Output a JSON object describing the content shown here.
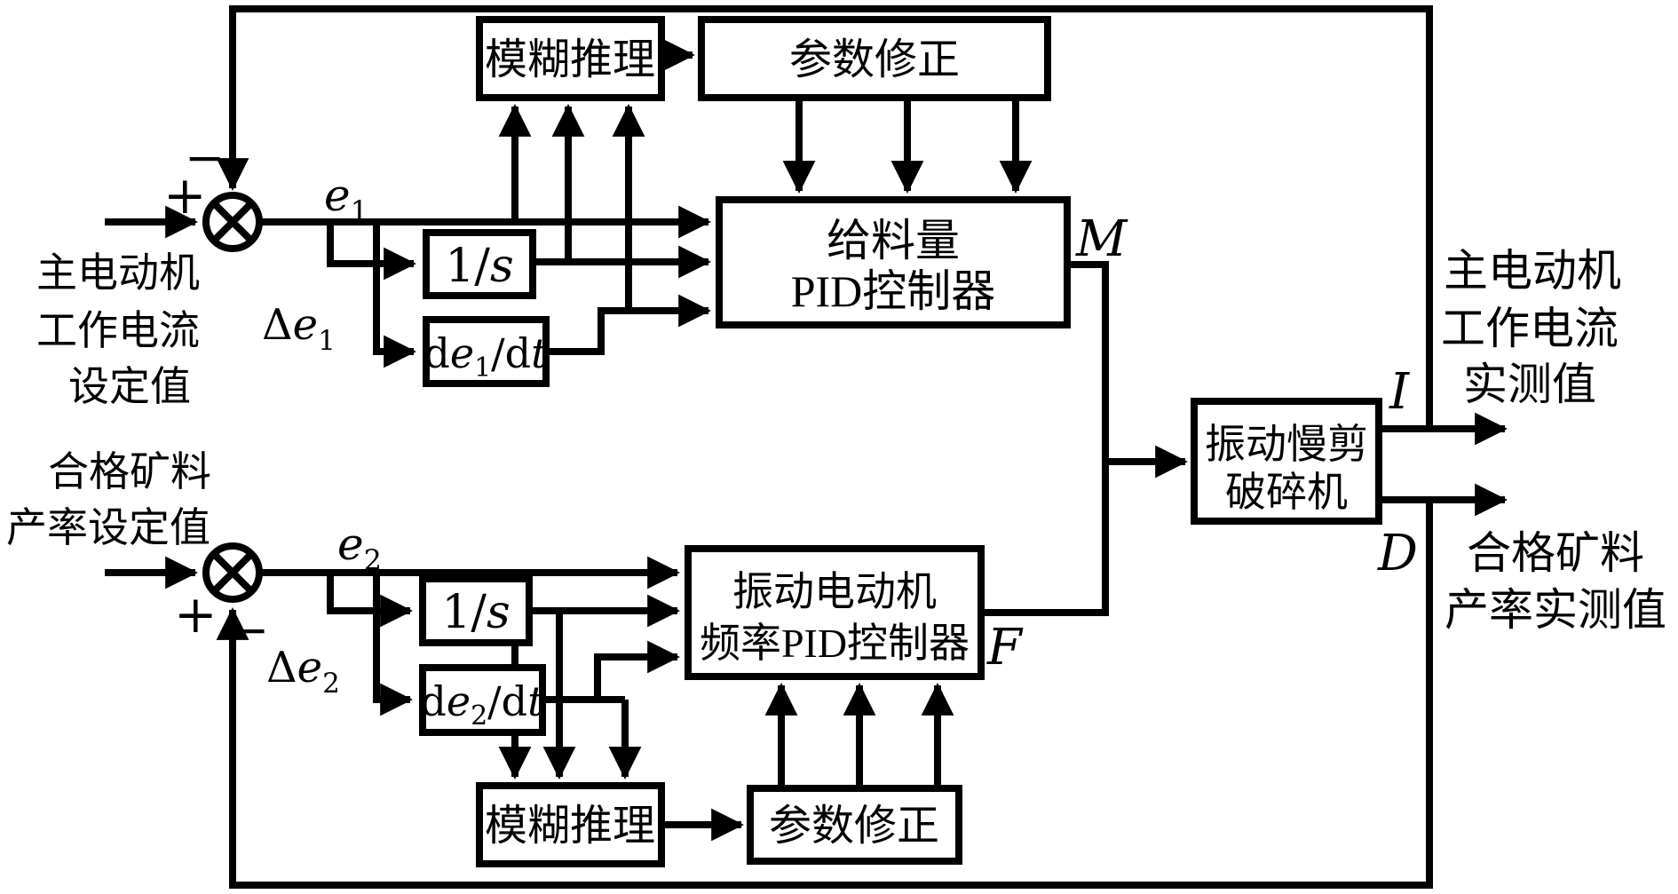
{
  "diagram": {
    "colors": {
      "ink": "#000000",
      "background": "#ffffff"
    },
    "left_labels": {
      "loop1": [
        "主电动机",
        "工作电流",
        "设定值"
      ],
      "loop2": [
        "合格矿料",
        "产率设定值"
      ]
    },
    "right_labels": {
      "loop1": [
        "主电动机",
        "工作电流",
        "实测值"
      ],
      "loop2": [
        "合格矿料",
        "产率实测值"
      ]
    },
    "blocks": {
      "fuzzy_top": "模糊推理",
      "param_top": "参数修正",
      "fuzzy_bottom": "模糊推理",
      "param_bottom": "参数修正",
      "pid_top": {
        "line1": "给料量",
        "line2": "PID控制器"
      },
      "pid_bottom": {
        "line1": "振动电动机",
        "line2": "频率PID控制器"
      },
      "plant": {
        "line1": "振动慢剪",
        "line2": "破碎机"
      },
      "integrator": {
        "num": "1/",
        "var": "s"
      },
      "derivative_top": {
        "d1": "d",
        "e": "e",
        "sub": "1",
        "d2": "/d",
        "t": "t"
      },
      "derivative_bottom": {
        "d1": "d",
        "e": "e",
        "sub": "2",
        "d2": "/d",
        "t": "t"
      }
    },
    "signals": {
      "e1": {
        "base": "e",
        "sub": "1"
      },
      "delta_e1": {
        "delta": "Δ",
        "base": "e",
        "sub": "1"
      },
      "e2": {
        "base": "e",
        "sub": "2"
      },
      "delta_e2": {
        "delta": "Δ",
        "base": "e",
        "sub": "2"
      },
      "m": "M",
      "f": "F",
      "i": "I",
      "d": "D",
      "plus_top": "+",
      "minus_top": "−",
      "plus_bottom": "+",
      "minus_bottom": "−"
    }
  }
}
